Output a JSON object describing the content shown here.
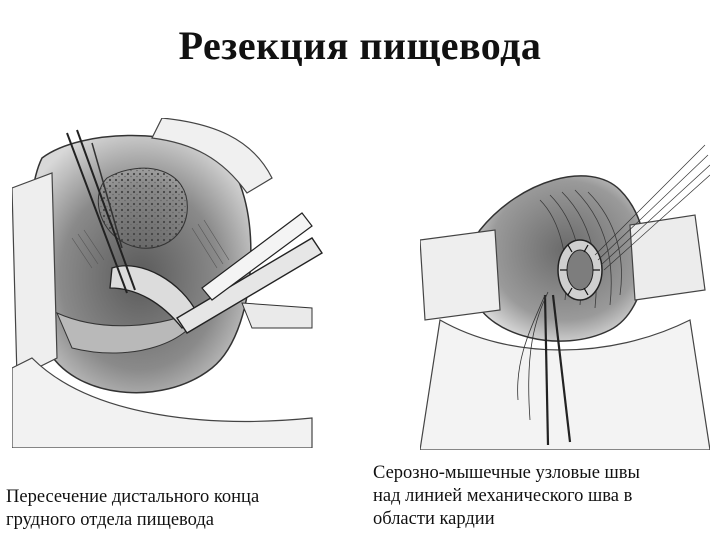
{
  "slide": {
    "title": "Резекция пищевода"
  },
  "left_figure": {
    "caption_lines": [
      "Пересечение дистального конца",
      "грудного отдела пищевода"
    ]
  },
  "right_figure": {
    "caption_lines": [
      "Серозно-мышечные узловые швы",
      "над линией механического шва в",
      "области кардии"
    ]
  }
}
